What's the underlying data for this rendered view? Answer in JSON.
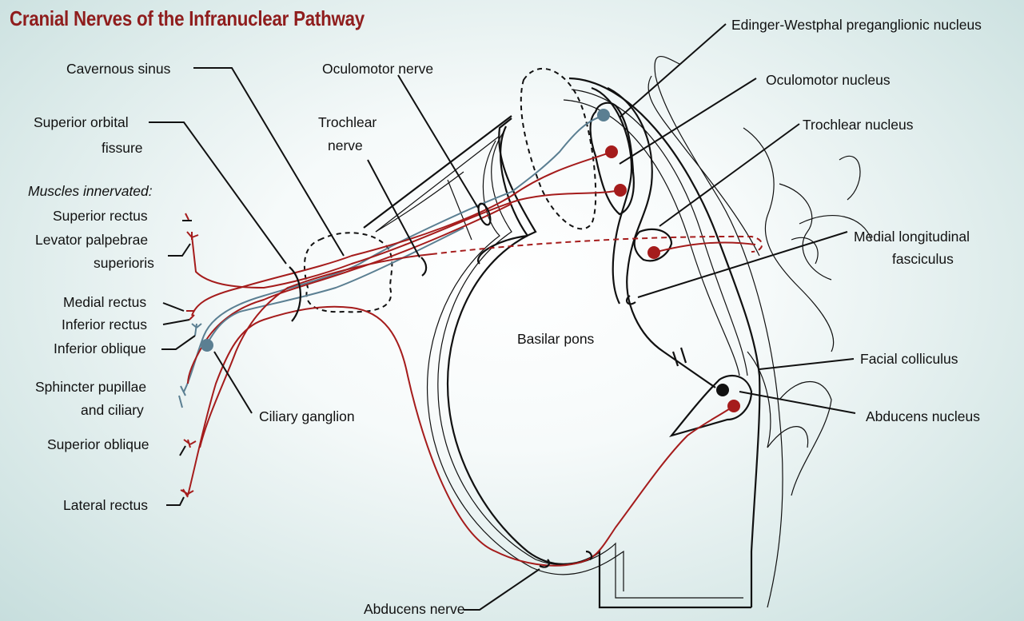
{
  "title": "Cranial Nerves of the Infranuclear Pathway",
  "colors": {
    "title": "#8f1d1d",
    "red_nerve": "#a51c1c",
    "blue_nerve": "#5b7f92",
    "line": "#111111",
    "background": "#d9e9e8"
  },
  "labels": {
    "cavernous_sinus": "Cavernous sinus",
    "superior_orbital_1": "Superior orbital",
    "superior_orbital_2": "fissure",
    "muscles_innervated": "Muscles innervated:",
    "superior_rectus": "Superior rectus",
    "levator_1": "Levator palpebrae",
    "levator_2": "superioris",
    "medial_rectus": "Medial rectus",
    "inferior_rectus": "Inferior rectus",
    "inferior_oblique": "Inferior oblique",
    "sphincter_1": "Sphincter pupillae",
    "sphincter_2": "and ciliary",
    "superior_oblique": "Superior oblique",
    "lateral_rectus": "Lateral rectus",
    "ciliary_ganglion": "Ciliary ganglion",
    "oculomotor_nerve": "Oculomotor nerve",
    "trochlear_nerve_1": "Trochlear",
    "trochlear_nerve_2": "nerve",
    "edinger_westphal": "Edinger-Westphal preganglionic nucleus",
    "oculomotor_nucleus": "Oculomotor nucleus",
    "trochlear_nucleus": "Trochlear nucleus",
    "mlf_1": "Medial longitudinal",
    "mlf_2": "fasciculus",
    "basilar_pons": "Basilar pons",
    "facial_colliculus": "Facial colliculus",
    "abducens_nucleus": "Abducens nucleus",
    "abducens_nerve": "Abducens nerve"
  }
}
